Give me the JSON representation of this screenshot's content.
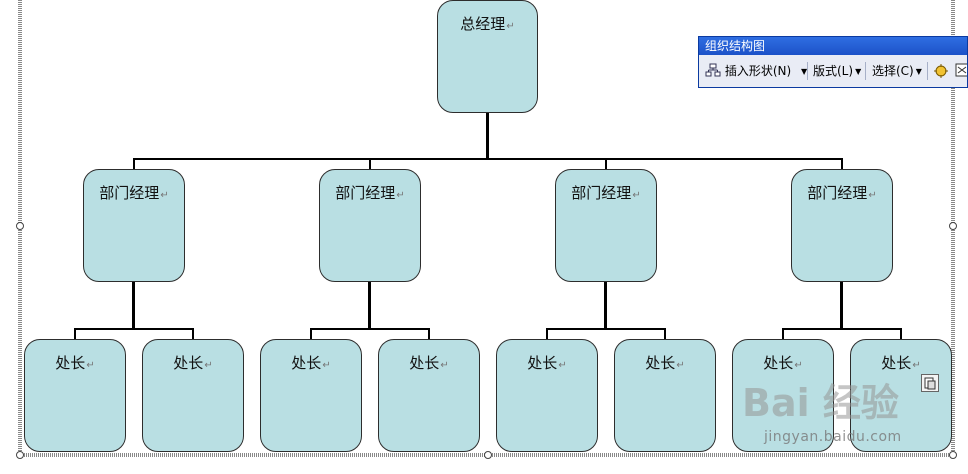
{
  "org_chart": {
    "top": {
      "label": "总经理"
    },
    "departments": [
      {
        "label": "部门经理",
        "sections": [
          {
            "label": "处长"
          },
          {
            "label": "处长"
          }
        ]
      },
      {
        "label": "部门经理",
        "sections": [
          {
            "label": "处长"
          },
          {
            "label": "处长"
          }
        ]
      },
      {
        "label": "部门经理",
        "sections": [
          {
            "label": "处长"
          },
          {
            "label": "处长"
          }
        ]
      },
      {
        "label": "部门经理",
        "sections": [
          {
            "label": "处长"
          },
          {
            "label": "处长"
          }
        ]
      }
    ],
    "paragraph_mark": "↵",
    "node_fill": "#b9dfe3"
  },
  "toolbar": {
    "title": "组织结构图",
    "insert_shape": "插入形状(N)",
    "layout": "版式(L)",
    "select": "选择(C)"
  },
  "watermark": {
    "brand": "Bai 经验",
    "url": "jingyan.baidu.com"
  }
}
